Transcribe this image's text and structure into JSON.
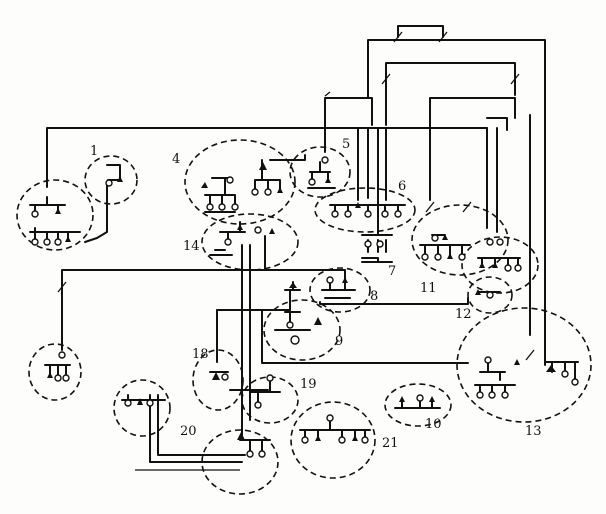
{
  "groups": [
    {
      "id": "g1",
      "label": "1"
    },
    {
      "id": "g4",
      "label": "4"
    },
    {
      "id": "g5",
      "label": "5"
    },
    {
      "id": "g6",
      "label": "6"
    },
    {
      "id": "g7",
      "label": "7"
    },
    {
      "id": "g8",
      "label": "8"
    },
    {
      "id": "g9",
      "label": "9"
    },
    {
      "id": "g10",
      "label": "10"
    },
    {
      "id": "g11",
      "label": "11"
    },
    {
      "id": "g12",
      "label": "12"
    },
    {
      "id": "g13",
      "label": "13"
    },
    {
      "id": "g14",
      "label": "14"
    },
    {
      "id": "g18",
      "label": "18"
    },
    {
      "id": "g19",
      "label": "19"
    },
    {
      "id": "g20",
      "label": "20"
    },
    {
      "id": "g21",
      "label": "21"
    }
  ]
}
